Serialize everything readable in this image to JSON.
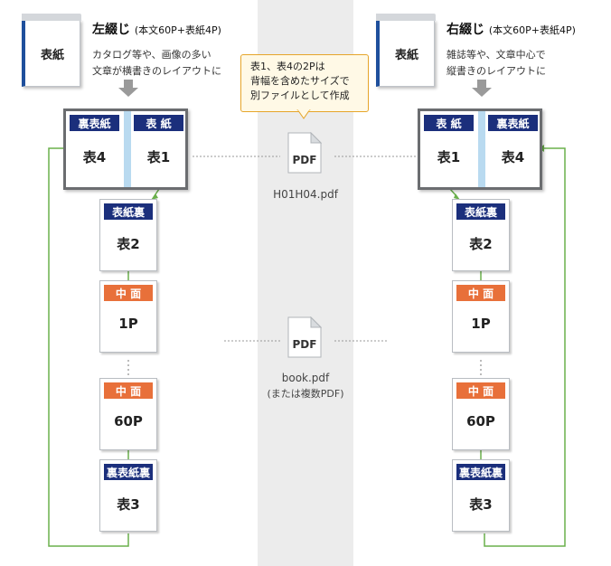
{
  "center": {
    "note_line1": "表1、表4の2Pは",
    "note_line2": "背幅を含めたサイズで",
    "note_line3": "別ファイルとして作成",
    "pdf_icon_label": "PDF",
    "cover_file": "H01H04.pdf",
    "body_file": "book.pdf",
    "body_file_note": "(または複数PDF)"
  },
  "left": {
    "book_label": "表紙",
    "title": "左綴じ",
    "title_note": "(本文60P+表紙4P)",
    "desc_line1": "カタログ等や、画像の多い",
    "desc_line2": "文章が横書きのレイアウトに",
    "spread_left_tag": "裏表紙",
    "spread_left_page": "表4",
    "spread_right_tag": "表 紙",
    "spread_right_page": "表1",
    "p2_tag": "表紙裏",
    "p2_page": "表2",
    "p3_tag": "中 面",
    "p3_page": "1P",
    "p4_tag": "中 面",
    "p4_page": "60P",
    "p5_tag": "裏表紙裏",
    "p5_page": "表3"
  },
  "right": {
    "book_label": "表紙",
    "title": "右綴じ",
    "title_note": "(本文60P+表紙4P)",
    "desc_line1": "雑誌等や、文章中心で",
    "desc_line2": "縦書きのレイアウトに",
    "spread_left_tag": "表 紙",
    "spread_left_page": "表1",
    "spread_right_tag": "裏表紙",
    "spread_right_page": "表4",
    "p2_tag": "表紙裏",
    "p2_page": "表2",
    "p3_tag": "中 面",
    "p3_page": "1P",
    "p4_tag": "中 面",
    "p4_page": "60P",
    "p5_tag": "裏表紙裏",
    "p5_page": "表3"
  },
  "colors": {
    "navy": "#1b2f7c",
    "orange": "#e8703a",
    "green": "#6ab04c",
    "spine": "#b9daf0"
  }
}
